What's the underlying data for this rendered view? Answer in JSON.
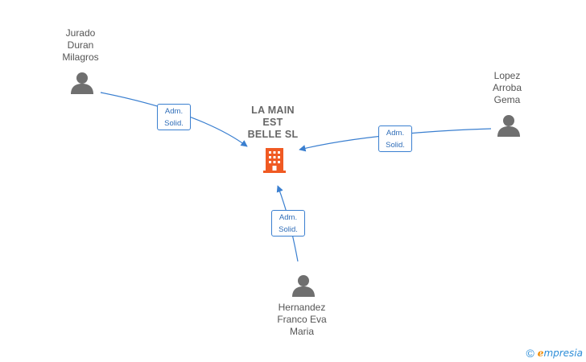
{
  "company": {
    "name_lines": [
      "LA MAIN",
      "EST",
      "BELLE  SL"
    ],
    "icon": "building-icon",
    "icon_color": "#f05a23"
  },
  "people": [
    {
      "id": "jurado",
      "name_lines": [
        "Jurado",
        "Duran",
        "Milagros"
      ],
      "icon": "person-icon",
      "role_lines": [
        "Adm.",
        "Solid."
      ]
    },
    {
      "id": "lopez",
      "name_lines": [
        "Lopez",
        "Arroba",
        "Gema"
      ],
      "icon": "person-icon",
      "role_lines": [
        "Adm.",
        "Solid."
      ]
    },
    {
      "id": "hernandez",
      "name_lines": [
        "Hernandez",
        "Franco Eva",
        "Maria"
      ],
      "icon": "person-icon",
      "role_lines": [
        "Adm.",
        "Solid."
      ]
    }
  ],
  "colors": {
    "edge": "#3a7fd0",
    "person_icon": "#6f6f6f",
    "label_text": "#555555"
  },
  "footer": {
    "copyright_symbol": "©",
    "brand_initial": "e",
    "brand_rest": "mpresia"
  }
}
